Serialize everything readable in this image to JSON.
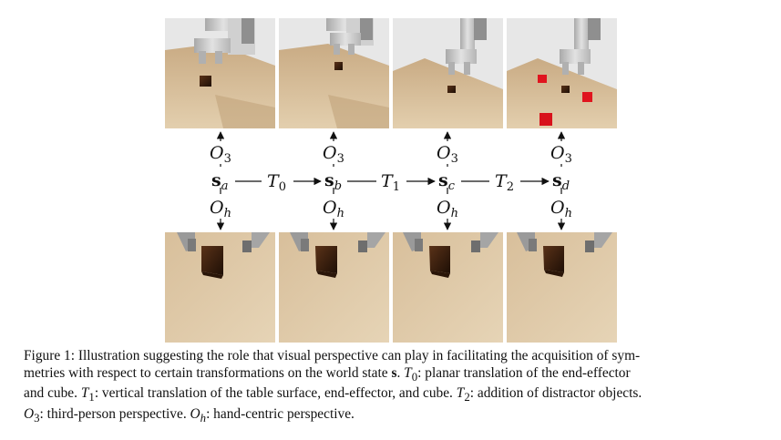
{
  "diagram": {
    "states": [
      {
        "sym": "s",
        "sub": "a"
      },
      {
        "sym": "s",
        "sub": "b"
      },
      {
        "sym": "s",
        "sub": "c"
      },
      {
        "sym": "s",
        "sub": "d"
      }
    ],
    "transforms": [
      {
        "sym": "T",
        "sub": "0"
      },
      {
        "sym": "T",
        "sub": "1"
      },
      {
        "sym": "T",
        "sub": "2"
      }
    ],
    "obs_top": {
      "sym": "O",
      "sub": "3"
    },
    "obs_bottom": {
      "sym": "O",
      "sub": "h"
    }
  },
  "caption": {
    "l1_a": "Figure 1: Illustration suggesting the role that visual perspective can play in facilitating the acquisition of sym-",
    "l2_a": "metries with respect to certain transformations on the world state ",
    "l2_s": "s",
    "l2_b": ". ",
    "l2_t0": "T",
    "l2_t0sub": "0",
    "l2_c": ": planar translation of the end-effector",
    "l3_a": "and cube. ",
    "l3_t1": "T",
    "l3_t1sub": "1",
    "l3_b": ": vertical translation of the table surface, end-effector, and cube. ",
    "l3_t2": "T",
    "l3_t2sub": "2",
    "l3_c": ": addition of distractor objects.",
    "l4_o3": "O",
    "l4_o3sub": "3",
    "l4_a": ": third-person perspective. ",
    "l4_oh": "O",
    "l4_ohsub": "h",
    "l4_b": ": hand-centric perspective."
  },
  "colors": {
    "table": "#cdb08a",
    "table_light": "#dcc6a4",
    "background_gray": "#e6e6e6",
    "cube_dark": "#3a200f",
    "distractor_red": "#e0141e",
    "robot_gray": "#c9c9c9"
  }
}
